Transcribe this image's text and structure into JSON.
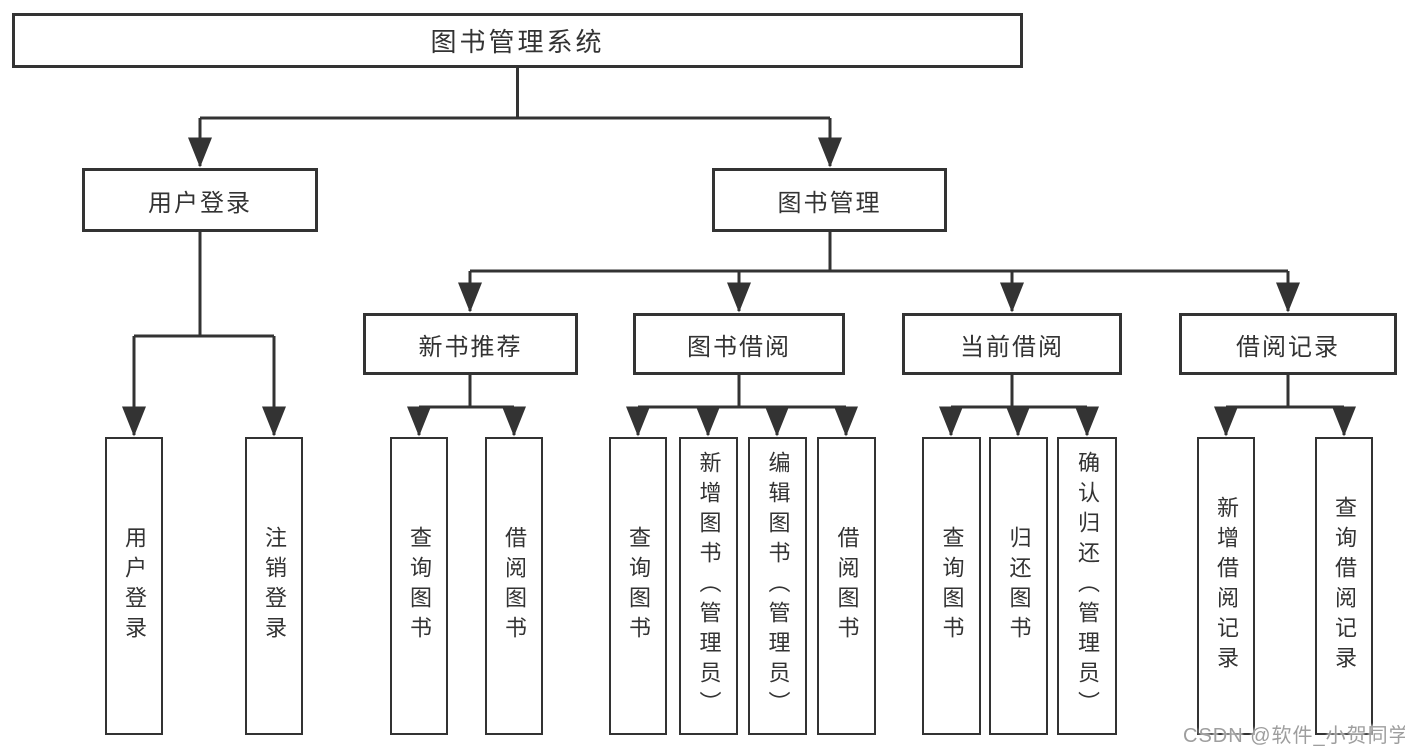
{
  "diagram": {
    "type": "tree",
    "root": {
      "label": "图书管理系统"
    },
    "branches": [
      {
        "label": "用户登录",
        "children": [
          {
            "label": "用户登录"
          },
          {
            "label": "注销登录"
          }
        ]
      },
      {
        "label": "图书管理",
        "children": [
          {
            "label": "新书推荐",
            "children": [
              {
                "label": "查询图书"
              },
              {
                "label": "借阅图书"
              }
            ]
          },
          {
            "label": "图书借阅",
            "children": [
              {
                "label": "查询图书"
              },
              {
                "label": "新增图书（管理员）"
              },
              {
                "label": "编辑图书（管理员）"
              },
              {
                "label": "借阅图书"
              }
            ]
          },
          {
            "label": "当前借阅",
            "children": [
              {
                "label": "查询图书"
              },
              {
                "label": "归还图书"
              },
              {
                "label": "确认归还（管理员）"
              }
            ]
          },
          {
            "label": "借阅记录",
            "children": [
              {
                "label": "新增借阅记录"
              },
              {
                "label": "查询借阅记录"
              }
            ]
          }
        ]
      }
    ],
    "style": {
      "line_color": "#333333",
      "box_border_color": "#333333",
      "box_fill_color": "#ffffff",
      "text_color": "#333333"
    }
  },
  "watermark": {
    "text": "CSDN @软件_小贺同学",
    "color": "#9e9e9e"
  }
}
